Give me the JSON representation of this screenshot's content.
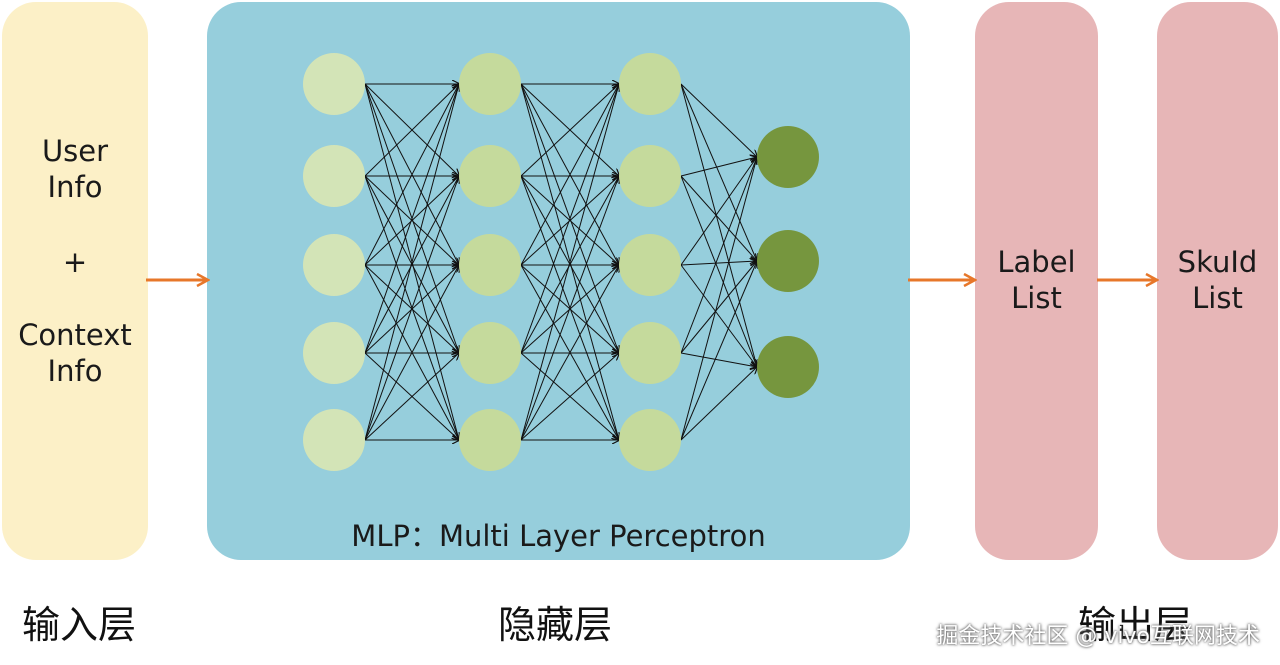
{
  "input": {
    "user_info": "User\nInfo",
    "plus": "+",
    "context_info": "Context\nInfo"
  },
  "mlp": {
    "caption": "MLP：Multi Layer Perceptron",
    "layers": [
      5,
      5,
      5,
      3
    ],
    "colors": {
      "panel": "#96cedc",
      "node_light": "#d3e4b7",
      "node_mid": "#c5da9c",
      "node_dark": "#76963e",
      "edge": "#111111"
    }
  },
  "output": {
    "label_list": "Label\nList",
    "sku_list": "SkuId\nList"
  },
  "arrows": {
    "color": "#e7772a"
  },
  "layer_names": {
    "input": "输入层",
    "hidden": "隐藏层",
    "output": "输出层"
  },
  "watermark": "掘金技术社区 @ vivo互联网技术"
}
